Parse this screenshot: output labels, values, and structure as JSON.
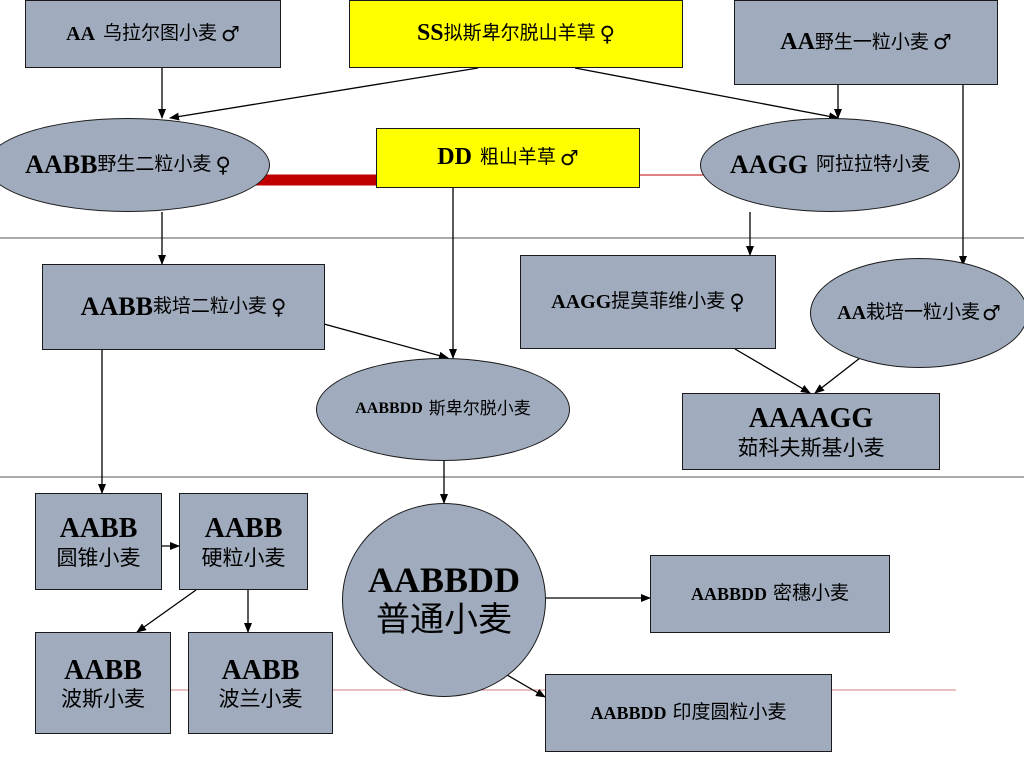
{
  "nodes": {
    "wild_aa": {
      "code": "AA",
      "name": "乌拉尔图小麦",
      "sex": "♂"
    },
    "ss": {
      "code": "SS",
      "name": "拟斯卑尔脱山羊草",
      "sex": "♀"
    },
    "wild_einkorn": {
      "code": "AA",
      "name": "野生一粒小麦",
      "sex": "♂"
    },
    "wild_emmer": {
      "code": "AABB",
      "name": "野生二粒小麦",
      "sex": "♀"
    },
    "dd": {
      "code": "DD",
      "name": "粗山羊草",
      "sex": "♂"
    },
    "aagg_ararat": {
      "code": "AAGG",
      "name": "阿拉拉特小麦"
    },
    "cultivated_emmer": {
      "code": "AABB",
      "name": "栽培二粒小麦",
      "sex": "♀"
    },
    "aagg_timopheevi": {
      "code": "AAGG",
      "name": "提莫菲维小麦",
      "sex": "♀"
    },
    "cultivated_einkorn": {
      "code": "AA",
      "name": "栽培一粒小麦",
      "sex": "♂"
    },
    "spelt": {
      "code": "AABBDD",
      "name": "斯卑尔脱小麦"
    },
    "zhukovsky": {
      "code": "AAAAGG",
      "name": "茹科夫斯基小麦"
    },
    "turgidum": {
      "code": "AABB",
      "name": "圆锥小麦"
    },
    "durum": {
      "code": "AABB",
      "name": "硬粒小麦"
    },
    "common": {
      "code": "AABBDD",
      "name": "普通小麦"
    },
    "compactum": {
      "code": "AABBDD",
      "name": "密穗小麦"
    },
    "persian": {
      "code": "AABB",
      "name": "波斯小麦"
    },
    "polish": {
      "code": "AABB",
      "name": "波兰小麦"
    },
    "indian": {
      "code": "AABBDD",
      "name": "印度圆粒小麦"
    }
  },
  "colors": {
    "node_fill": "#a0acbd",
    "highlight": "#ffff00",
    "link_red": "#c00000",
    "divider": "#555555"
  }
}
